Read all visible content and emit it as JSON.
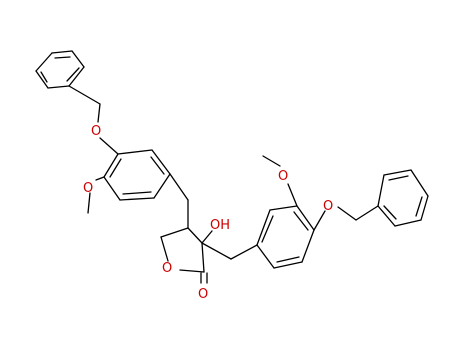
{
  "molecule": {
    "atom_labels": {
      "o_benzyloxy_left": "O",
      "o_methoxy_left": "O",
      "hydroxyl": "OH",
      "o_methoxy_right": "O",
      "o_benzyloxy_right": "O",
      "o_ring": "O",
      "o_carbonyl": "O"
    },
    "colors": {
      "bond": "#000000",
      "heteroatom": "#cc0000",
      "background": "#ffffff"
    }
  }
}
